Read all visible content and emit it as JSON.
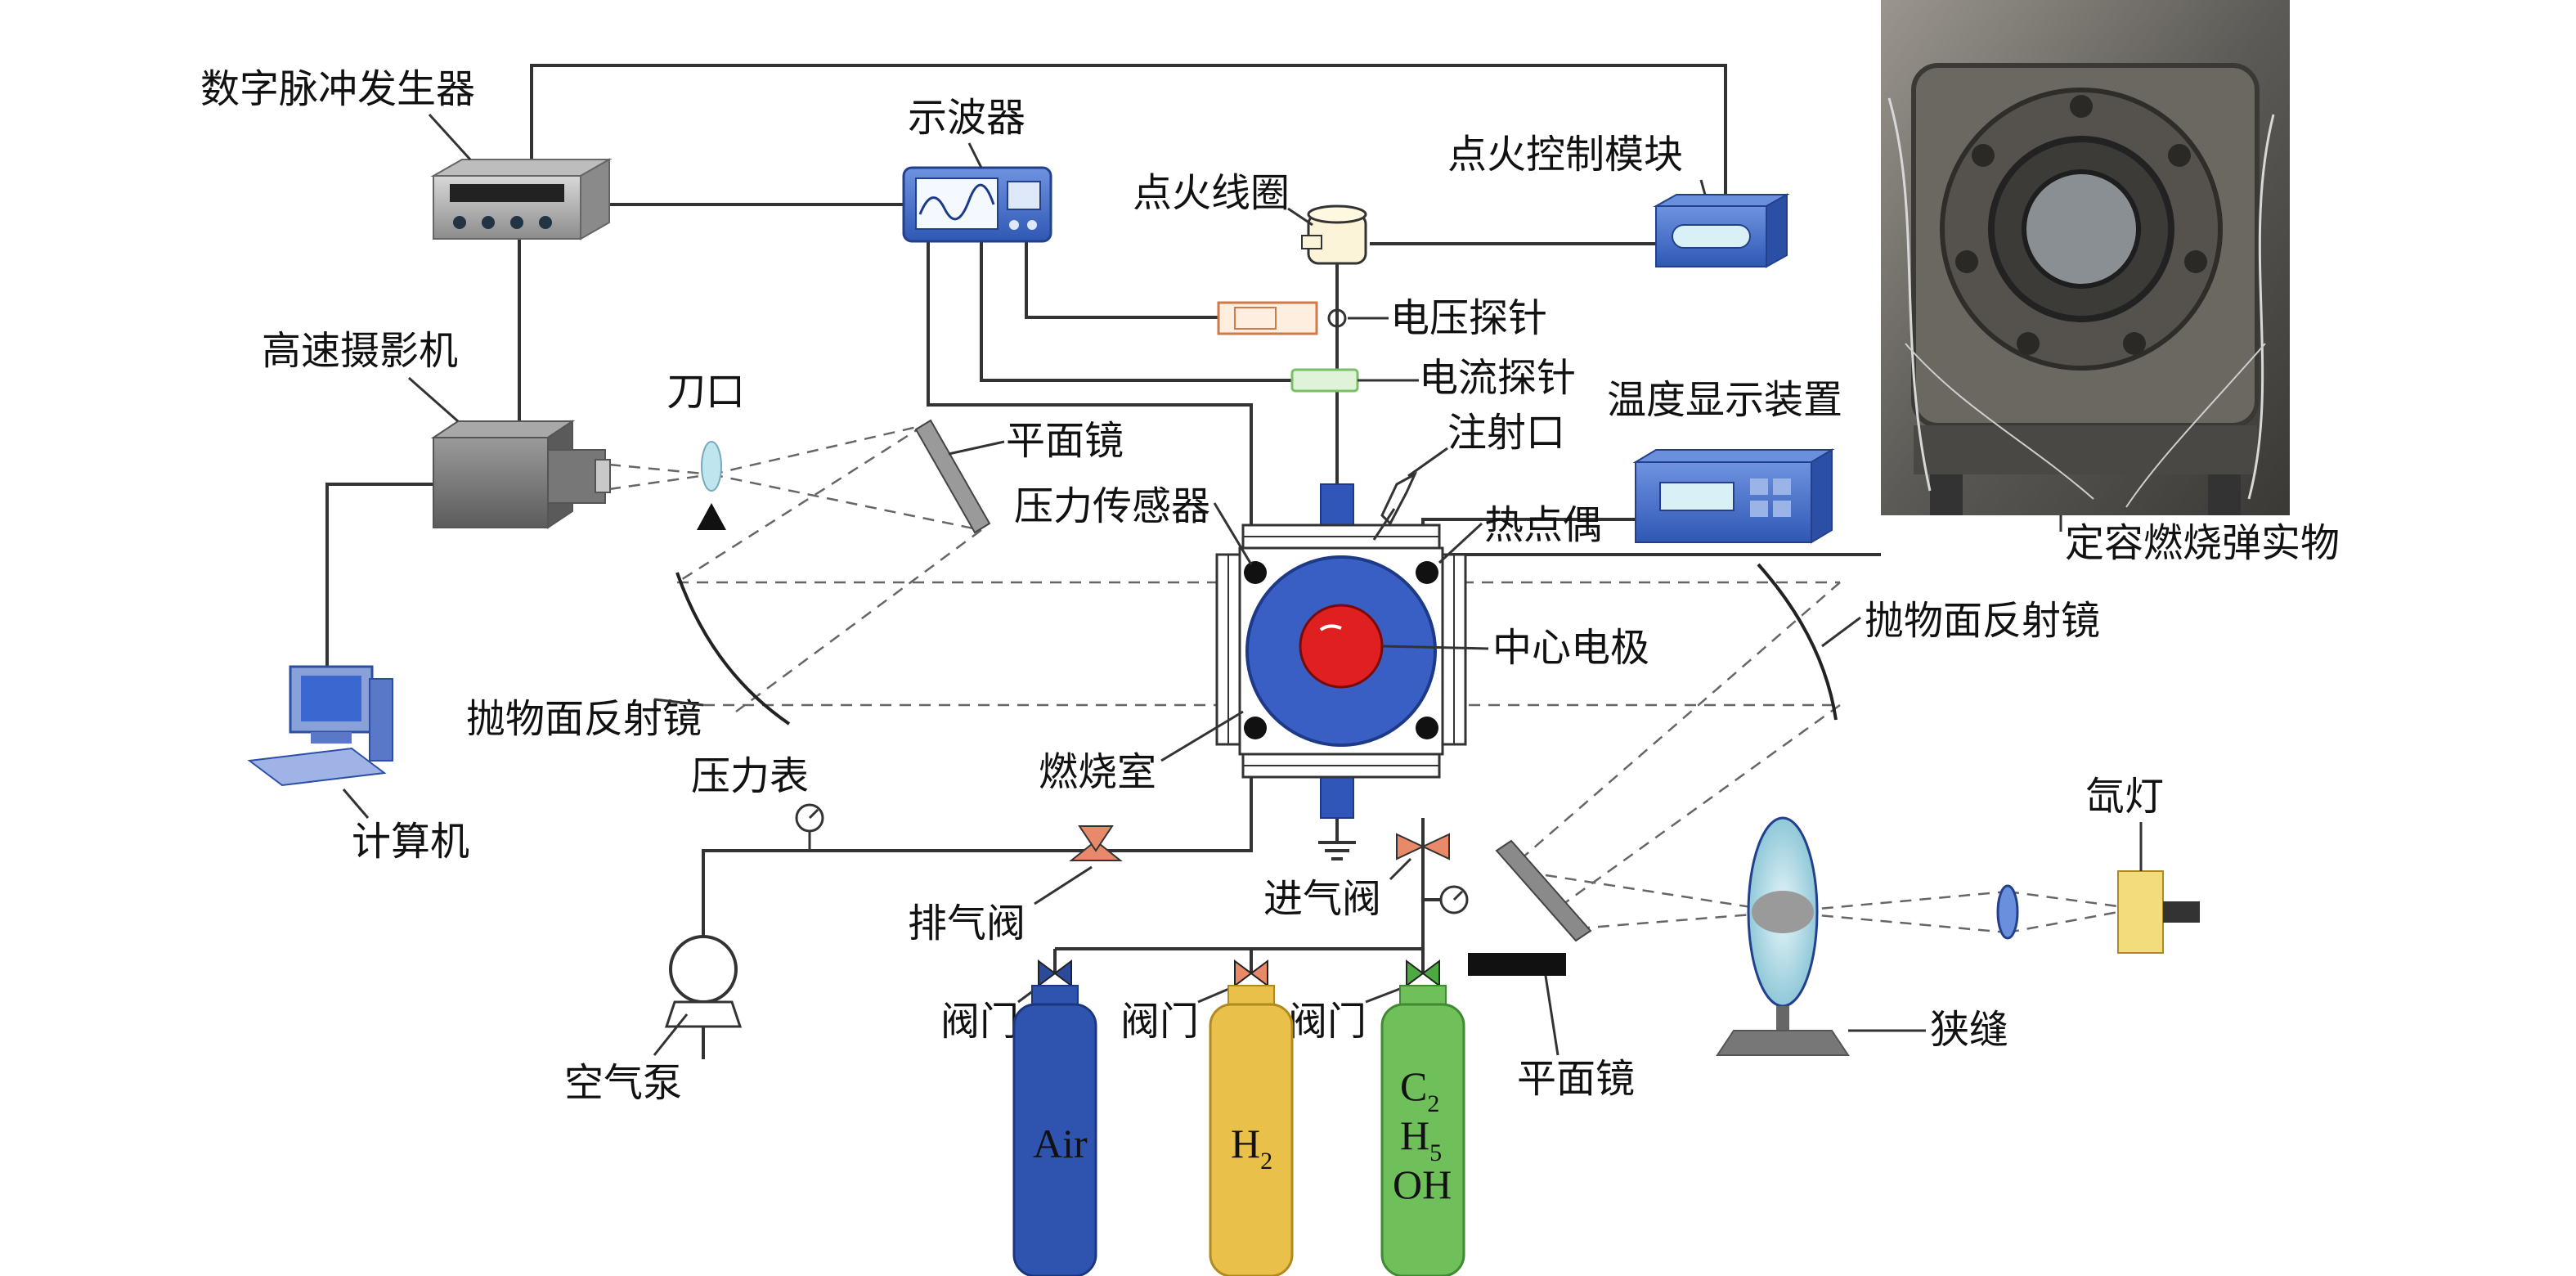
{
  "labels": {
    "pulse_generator": "数字脉冲发生器",
    "oscilloscope": "示波器",
    "ignition_coil": "点火线圈",
    "ignition_control": "点火控制模块",
    "voltage_probe": "电压探针",
    "current_probe": "电流探针",
    "temperature_display": "温度显示装置",
    "high_speed_camera": "高速摄影机",
    "knife_edge": "刀口",
    "flat_mirror_top": "平面镜",
    "injection_port": "注射口",
    "pressure_sensor": "压力传感器",
    "thermocouple": "热点偶",
    "bomb_photo": "定容燃烧弹实物",
    "parabolic_mirror_left": "抛物面反射镜",
    "parabolic_mirror_right": "抛物面反射镜",
    "center_electrode": "中心电极",
    "combustion_chamber": "燃烧室",
    "computer": "计算机",
    "pressure_gauge": "压力表",
    "exhaust_valve": "排气阀",
    "intake_valve": "进气阀",
    "air_pump": "空气泵",
    "valve_1": "阀门",
    "valve_2": "阀门",
    "valve_3": "阀门",
    "flat_mirror_bottom": "平面镜",
    "slit": "狭缝",
    "xenon_lamp": "氙灯"
  },
  "cylinders": {
    "air": {
      "text": "Air"
    },
    "h2": {
      "main": "H",
      "sub": "2"
    },
    "ethanol": {
      "c": "C",
      "c_sub": "2",
      "h": "H",
      "h_sub": "5",
      "oh": "OH"
    }
  },
  "colors": {
    "air_cylinder": "#2e54b0",
    "h2_cylinder": "#e8c04a",
    "ethanol_cylinder": "#6fbf5a",
    "chamber_body": "#3a5fc4",
    "center_electrode": "#e02020",
    "device_blue": "#3e6cc8",
    "camera_gray": "#7d7d7d"
  }
}
